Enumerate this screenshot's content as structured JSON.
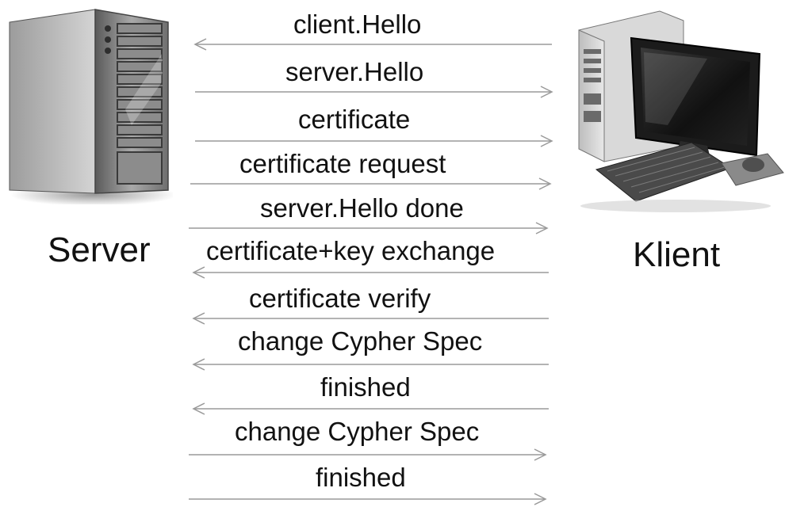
{
  "nodes": {
    "server_label": "Server",
    "client_label": "Klient",
    "server_icon": "server-tower-icon",
    "client_icon": "desktop-computer-icon"
  },
  "messages": [
    {
      "label": "client.Hello",
      "direction": "to-server"
    },
    {
      "label": "server.Hello",
      "direction": "to-client"
    },
    {
      "label": "certificate",
      "direction": "to-client"
    },
    {
      "label": "certificate request",
      "direction": "to-client"
    },
    {
      "label": "server.Hello done",
      "direction": "to-client"
    },
    {
      "label": "certificate+key exchange",
      "direction": "to-server"
    },
    {
      "label": "certificate verify",
      "direction": "to-server"
    },
    {
      "label": "change Cypher Spec",
      "direction": "to-server"
    },
    {
      "label": "finished",
      "direction": "to-server"
    },
    {
      "label": "change Cypher Spec",
      "direction": "to-client"
    },
    {
      "label": "finished",
      "direction": "to-client"
    }
  ],
  "colors": {
    "arrow": "#9a9a9a",
    "text": "#111111"
  }
}
